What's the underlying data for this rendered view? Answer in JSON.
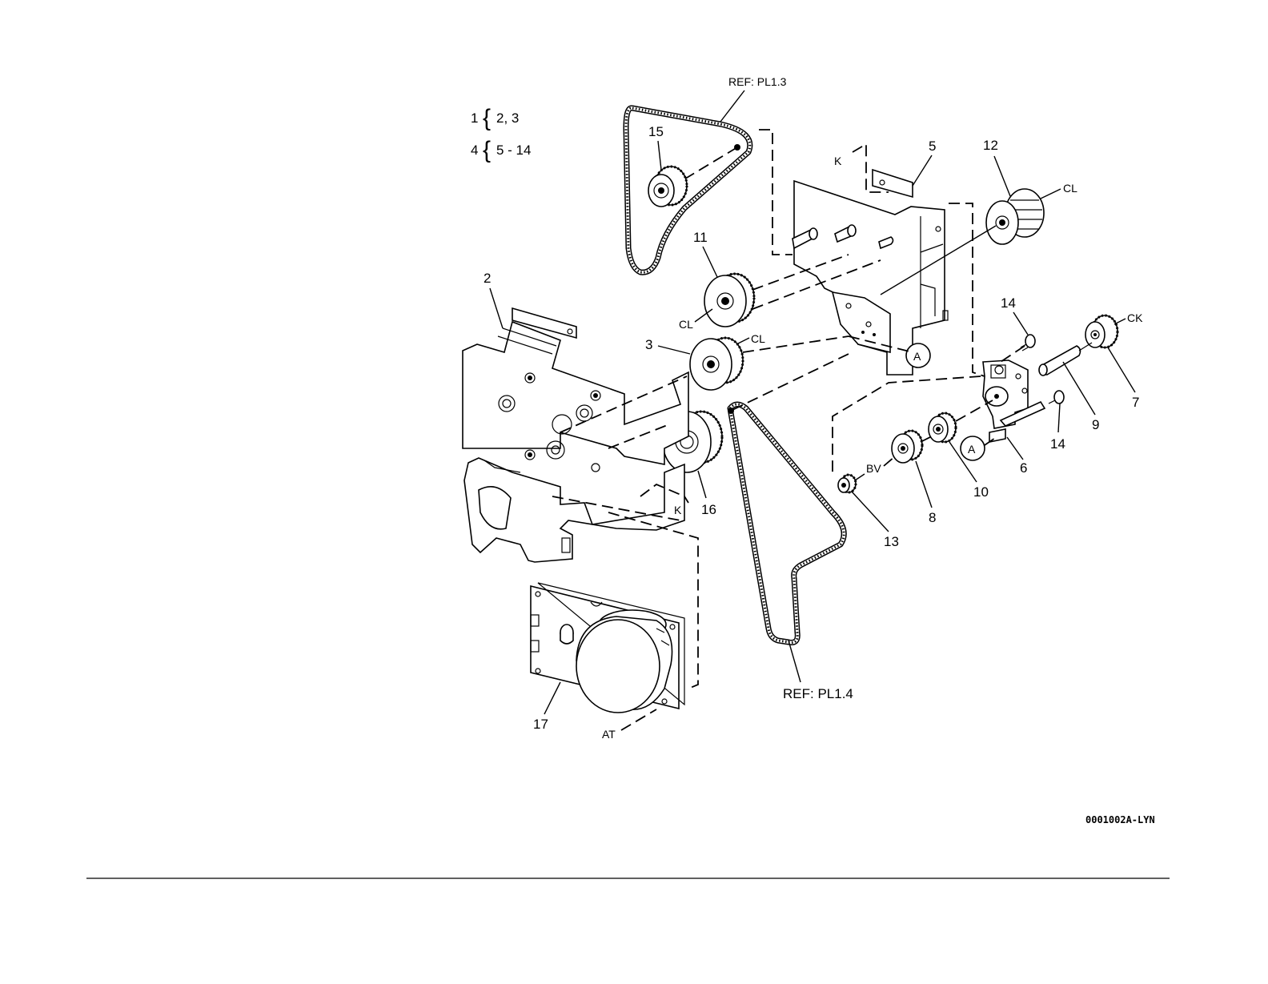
{
  "diagram": {
    "group_legend": [
      {
        "parent": "1",
        "children": "2, 3"
      },
      {
        "parent": "4",
        "children": "5 - 14"
      }
    ],
    "refs": {
      "top_belt": "REF: PL1.3",
      "bottom_belt": "REF: PL1.4"
    },
    "callouts": {
      "p2": "2",
      "p3": "3",
      "p5": "5",
      "p6": "6",
      "p7": "7",
      "p8": "8",
      "p9": "9",
      "p10": "10",
      "p11": "11",
      "p12": "12",
      "p13": "13",
      "p14a": "14",
      "p14b": "14",
      "p15": "15",
      "p16": "16",
      "p17": "17"
    },
    "connectors": {
      "k1": "K",
      "k2": "K",
      "cl1": "CL",
      "cl2": "CL",
      "cl3": "CL",
      "ck": "CK",
      "bv": "BV",
      "at": "AT",
      "a1": "A",
      "a2": "A"
    },
    "figure_code": "0001002A-LYN"
  }
}
